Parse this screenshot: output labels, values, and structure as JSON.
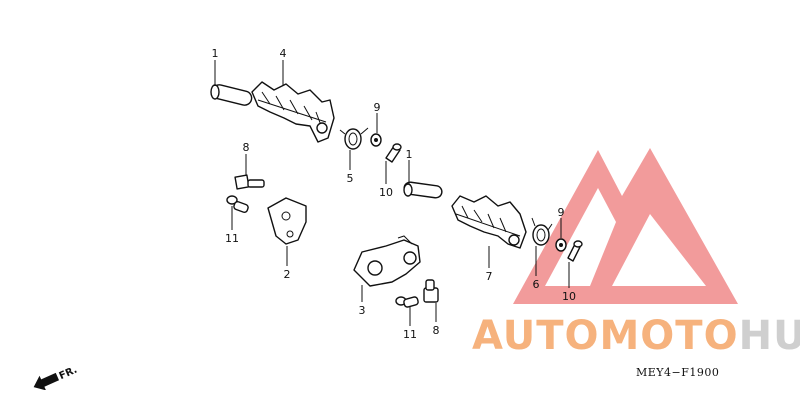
{
  "callouts": {
    "c1a": "1",
    "c4": "4",
    "c9a": "9",
    "c5": "5",
    "c10a": "10",
    "c8a": "8",
    "c11a": "11",
    "c2": "2",
    "c1b": "1",
    "c7": "7",
    "c9b": "9",
    "c6": "6",
    "c10b": "10",
    "c3": "3",
    "c11b": "11",
    "c8b": "8"
  },
  "watermark": {
    "part_a": "AUTOMOTO",
    "part_b": "HUB",
    "logo_color": "#ef8a8a",
    "text_color": "#f6b27d",
    "hub_color": "#cfcfcf"
  },
  "direction": {
    "label": "FR."
  },
  "diagram_code": "MEY4−F1900"
}
